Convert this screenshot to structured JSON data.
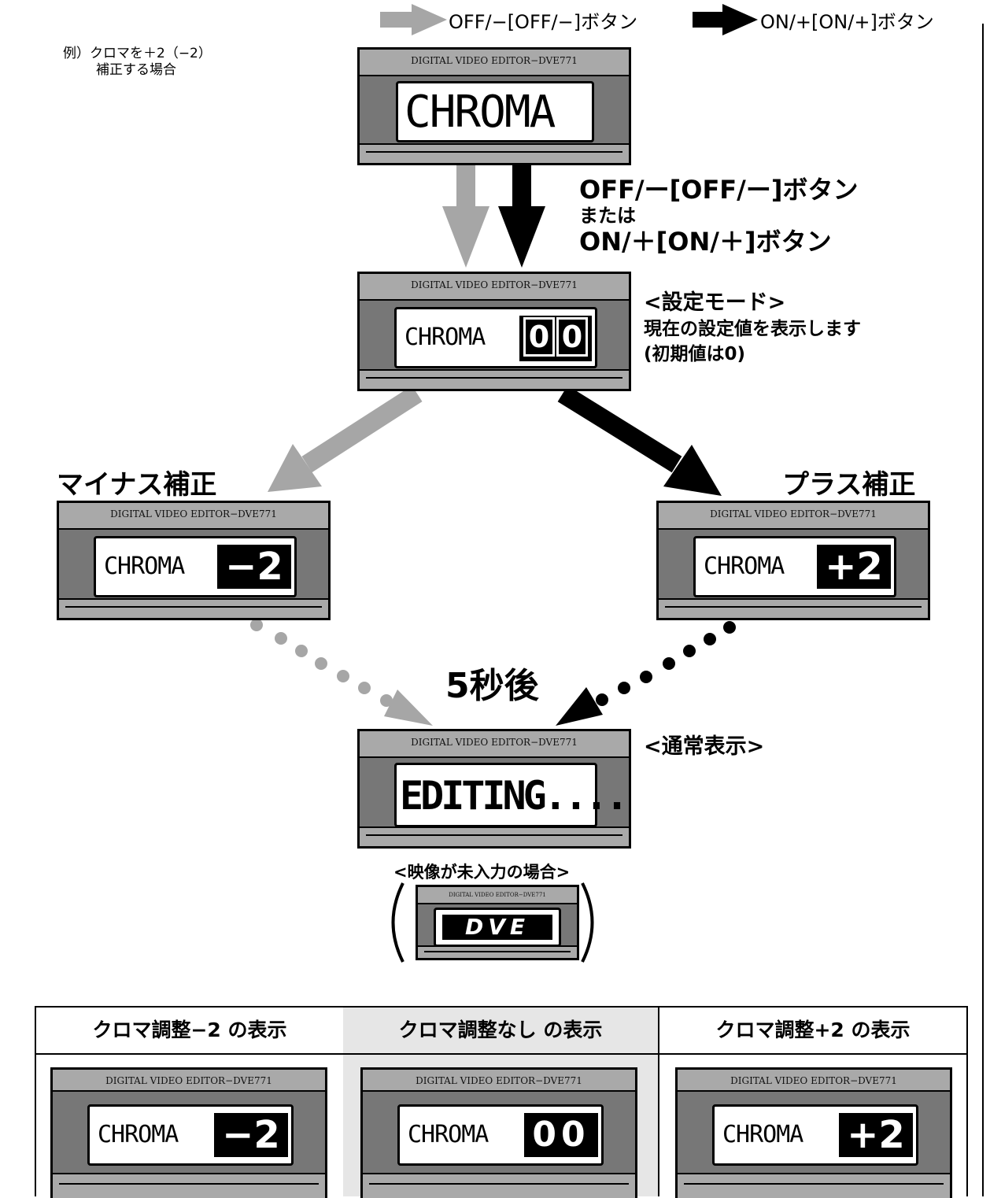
{
  "legend": {
    "off_label": "OFF/−[OFF/−]ボタン",
    "on_label": "ON/+[ON/+]ボタン",
    "off_color": "#a6a6a6",
    "on_color": "#000000"
  },
  "example_note": {
    "line1": "例）クロマを＋2（−2）",
    "line2": "補正する場合"
  },
  "brand_text": "DIGITAL VIDEO EDITOR−DVE771",
  "device_top": {
    "display": "CHROMA"
  },
  "button_instruction": {
    "line1": "OFF/ー[OFF/ー]ボタン",
    "line2": "または",
    "line3": "ON/＋[ON/＋]ボタン"
  },
  "setting_mode": {
    "display": "CHROMA",
    "value": [
      "0",
      "0"
    ],
    "title": "<設定モード>",
    "desc1": "現在の設定値を表示します",
    "desc2": "(初期値は0)"
  },
  "minus": {
    "title": "マイナス補正",
    "display": "CHROMA",
    "value": "−2"
  },
  "plus": {
    "title": "プラス補正",
    "display": "CHROMA",
    "value": "+2"
  },
  "wait_label": "5秒後",
  "normal": {
    "title": "<通常表示>",
    "display": "EDITING...."
  },
  "no_input": {
    "title": "<映像が未入力の場合>",
    "logo": "DVE"
  },
  "table": {
    "headers": [
      "クロマ調整−2 の表示",
      "クロマ調整なし の表示",
      "クロマ調整+2 の表示"
    ],
    "values": [
      "−2",
      "00",
      "+2"
    ],
    "display": "CHROMA",
    "middle_bg": "#e6e6e6"
  }
}
